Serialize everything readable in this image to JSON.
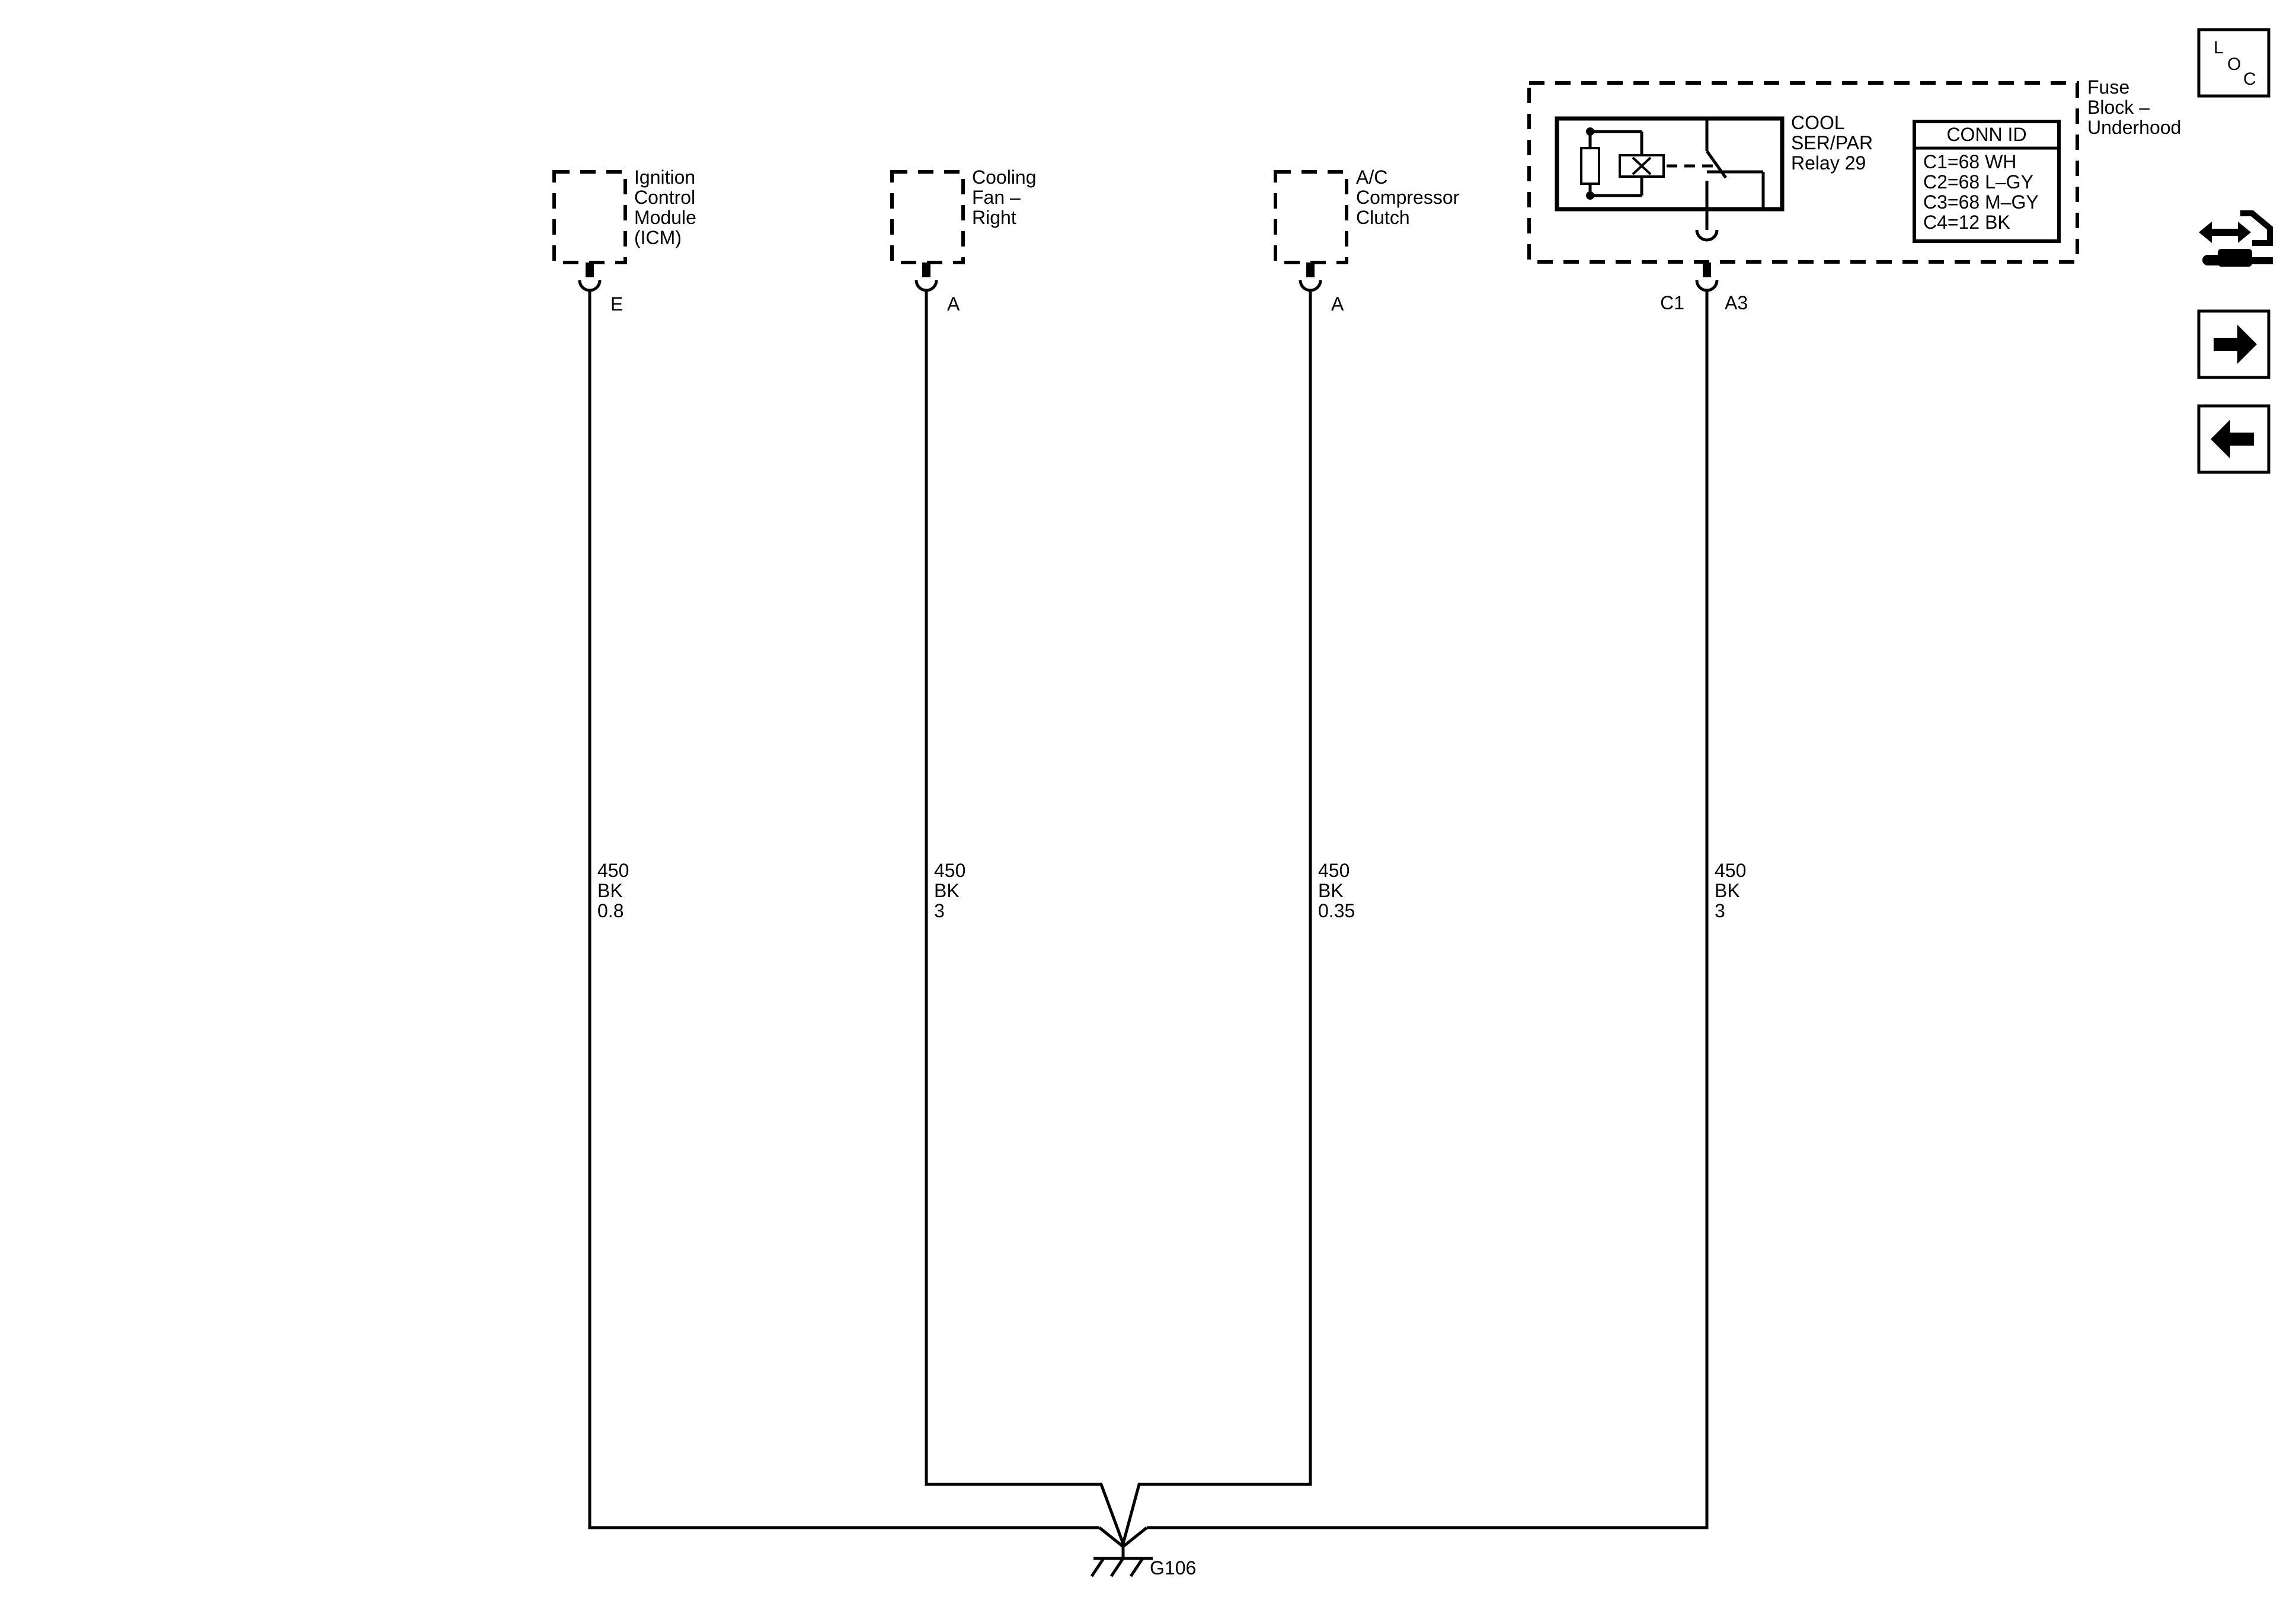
{
  "components": {
    "icm": {
      "lines": [
        "Ignition",
        "Control",
        "Module",
        "(ICM)"
      ],
      "pin": "E"
    },
    "fan": {
      "lines": [
        "Cooling",
        "Fan –",
        "Right"
      ],
      "pin": "A"
    },
    "ac": {
      "lines": [
        "A/C",
        "Compressor",
        "Clutch"
      ],
      "pin": "A"
    },
    "fuse_block": {
      "lines": [
        "Fuse",
        "Block –",
        "Underhood"
      ]
    },
    "relay": {
      "lines": [
        "COOL",
        "SER/PAR",
        "Relay 29"
      ],
      "connector": "C1",
      "pin": "A3"
    }
  },
  "conn_id": {
    "title": "CONN ID",
    "rows": [
      "C1=68 WH",
      "C2=68 L–GY",
      "C3=68 M–GY",
      "C4=12 BK"
    ]
  },
  "wires": [
    {
      "circuit": "450",
      "color": "BK",
      "size": "0.8"
    },
    {
      "circuit": "450",
      "color": "BK",
      "size": "3"
    },
    {
      "circuit": "450",
      "color": "BK",
      "size": "0.35"
    },
    {
      "circuit": "450",
      "color": "BK",
      "size": "3"
    }
  ],
  "ground": {
    "label": "G106"
  },
  "nav": {
    "loc_letters": [
      "L",
      "O",
      "C"
    ]
  }
}
